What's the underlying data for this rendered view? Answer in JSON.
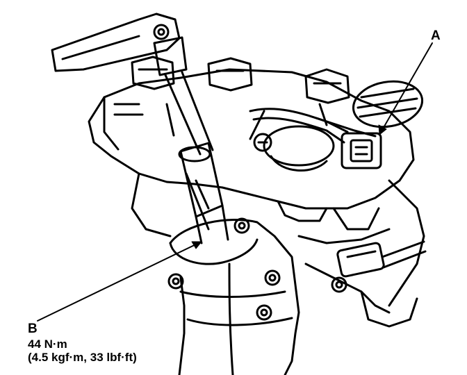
{
  "callouts": {
    "a": "A",
    "b": "B"
  },
  "torque": {
    "line1": "44 N·m",
    "line2": "(4.5 kgf·m, 33 lbf·ft)"
  },
  "colors": {
    "ink": "#000000",
    "paper": "#ffffff"
  }
}
